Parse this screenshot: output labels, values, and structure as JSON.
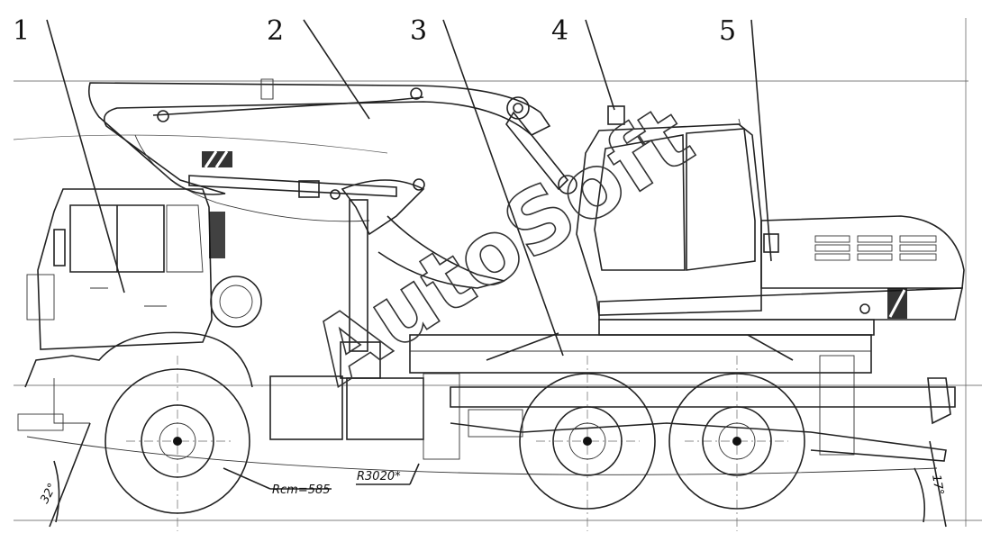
{
  "callouts": [
    "1",
    "2",
    "3",
    "4",
    "5"
  ],
  "dimensions": {
    "approach_angle": "32°",
    "departure_angle": "17°",
    "turning_radius_center": "Rcm=585",
    "ramp_radius": "R3020*"
  },
  "watermark": "AutoSoft"
}
